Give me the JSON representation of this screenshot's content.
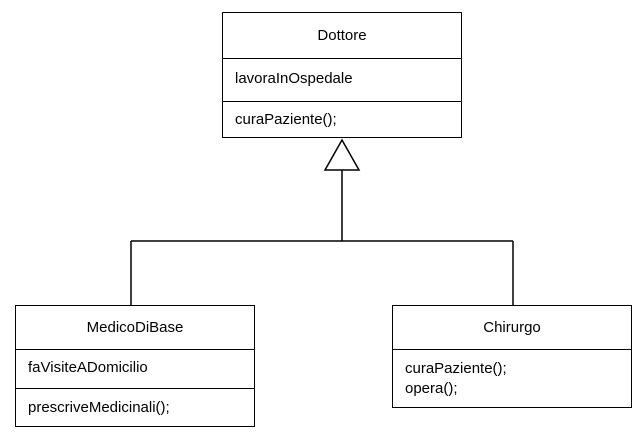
{
  "classes": {
    "dottore": {
      "name": "Dottore",
      "attributes": [
        "lavoraInOspedale"
      ],
      "operations": [
        "curaPaziente();"
      ]
    },
    "medico_di_base": {
      "name": "MedicoDiBase",
      "attributes": [
        "faVisiteADomicilio"
      ],
      "operations": [
        "prescriveMedicinali();"
      ]
    },
    "chirurgo": {
      "name": "Chirurgo",
      "operations": [
        "curaPaziente();",
        "opera();"
      ]
    }
  },
  "colors": {
    "stroke": "#000000",
    "background": "#ffffff"
  }
}
